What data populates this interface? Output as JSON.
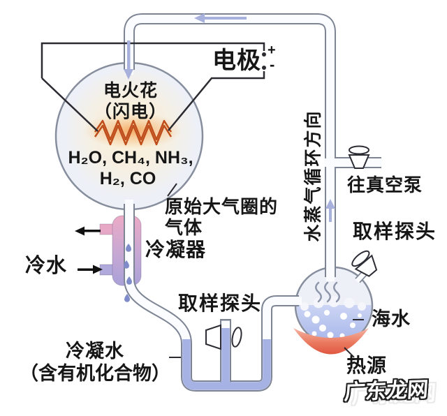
{
  "labels": {
    "electrode": "电极",
    "polarity_plus": "+",
    "polarity_minus": "-",
    "spark_title": "电火花",
    "spark_subtitle": "（闪电）",
    "gas_formula_line1": "H₂O, CH₄, NH₃,",
    "gas_formula_line2": "H₂, CO",
    "primordial_gas_line1": "原始大气圈的",
    "primordial_gas_line2": "气体",
    "condenser": "冷凝器",
    "cold_water": "冷水",
    "sampling_probe_trap": "取样探头",
    "condensed_water": "冷凝水",
    "condensed_water_note": "（含有机化合物）",
    "vapor_cycle_direction": "水蒸气循环方向",
    "to_vacuum_pump": "往真空泵",
    "sampling_probe_flask": "取样探头",
    "sea_water": "海水",
    "heat_source": "热源",
    "watermark": "广东龙网"
  },
  "icons": {
    "spark": "zigzag-spark-icon",
    "flow_arrows": "lavender flow arrows (up / left / down)",
    "cold_water_arrows": "black in/out arrows",
    "stopcock": "stopcock-valve-icon",
    "droplets": "condensate droplet icons",
    "steam": "steam-wave icons"
  },
  "colors": {
    "spark_orange": "#c2511f",
    "spark_glow": "#f6a85c",
    "flask_fill": "#edf0f6",
    "pipe_outline": "#7d8494",
    "pipe_fill": "#fbfcff",
    "condenser_pink": "#ecaac6",
    "condenser_purple": "#a9a1d9",
    "trap_liquid_blue": "#a7b2e4",
    "sea_water_blue": "#a3b2e8",
    "heat_red": "#e05640",
    "arrow_lavender": "#a8b0dc",
    "wire_black": "#2b2b31"
  }
}
